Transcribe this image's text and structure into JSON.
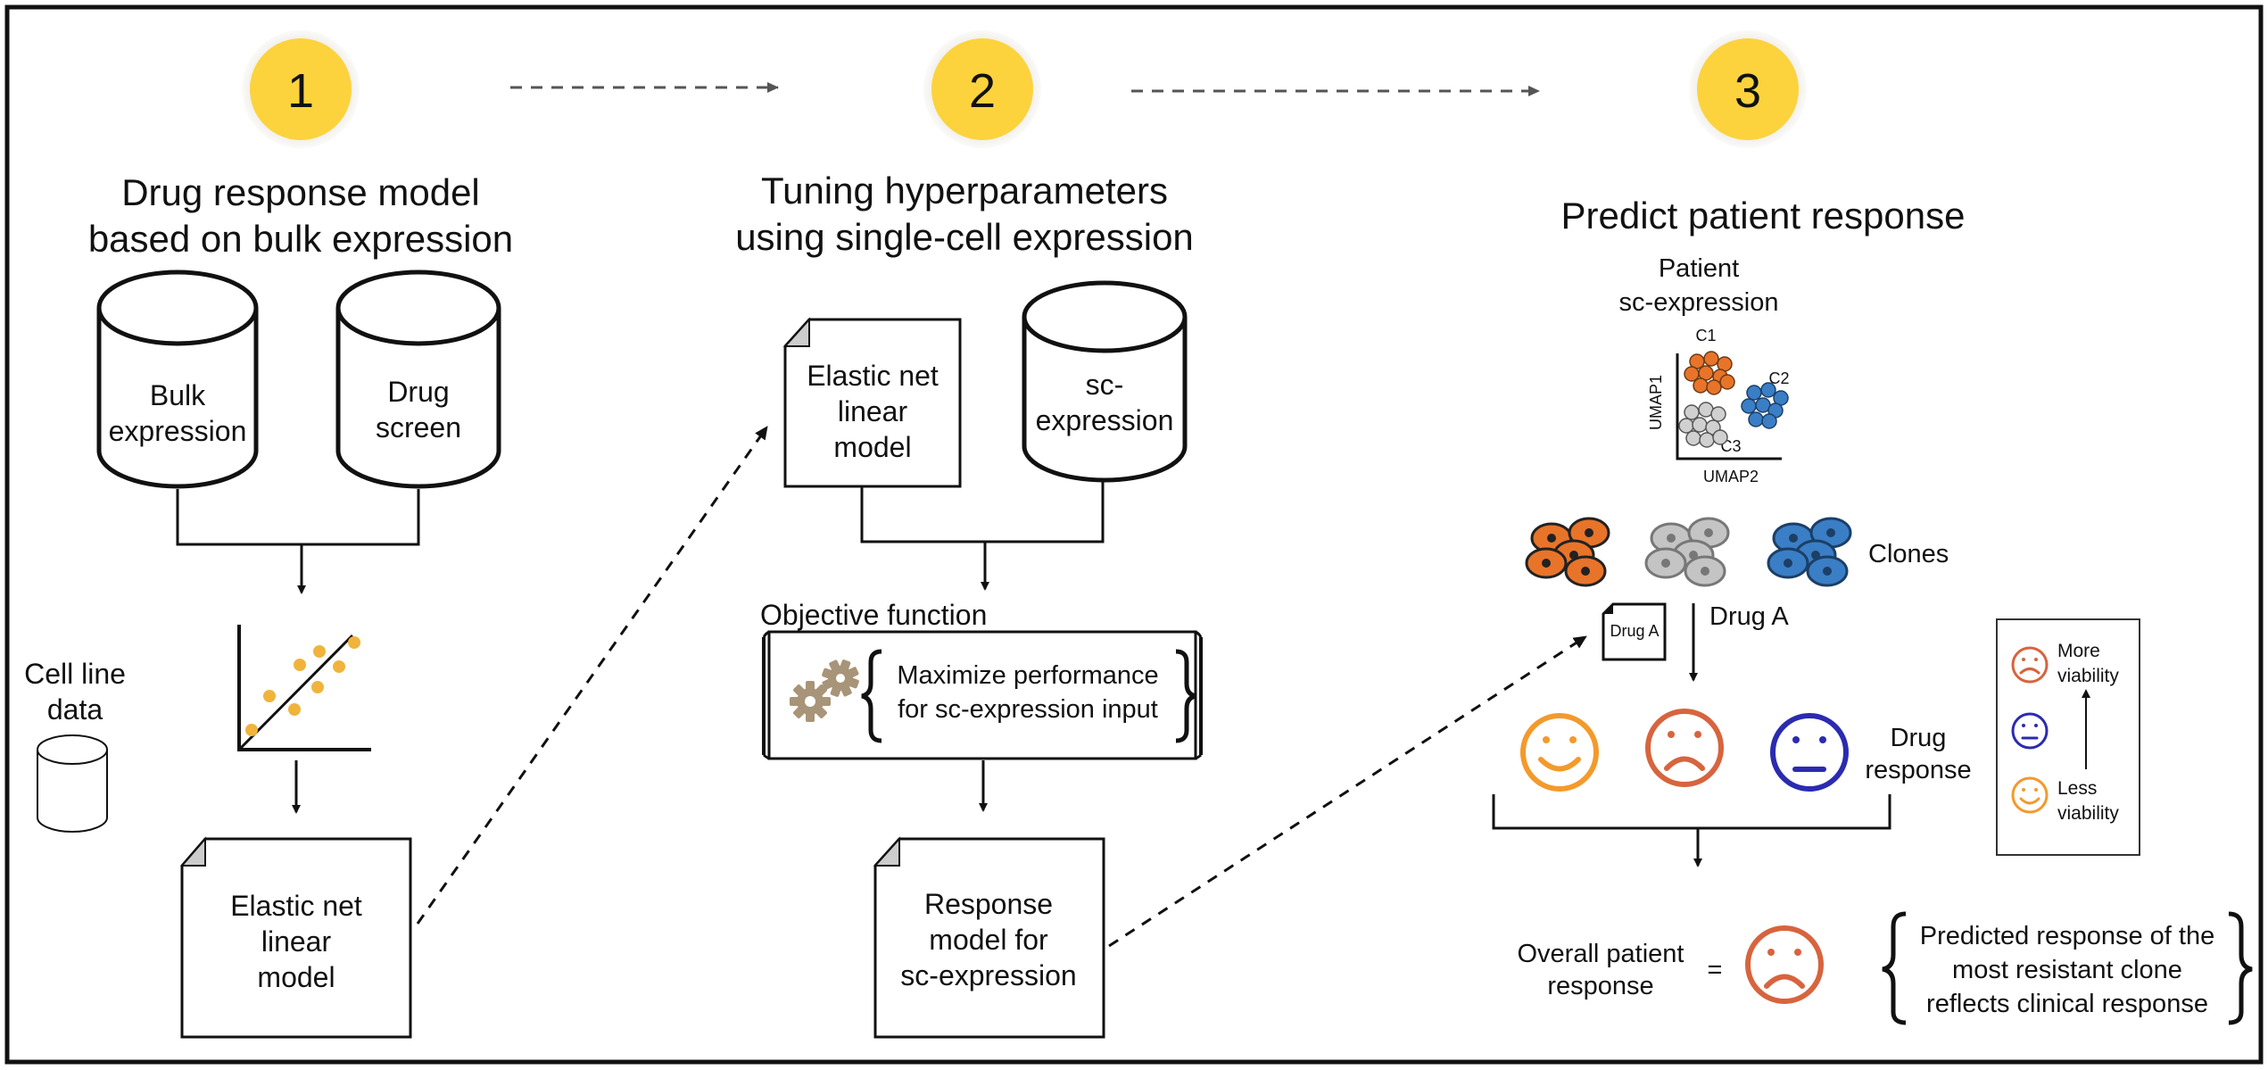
{
  "steps": [
    {
      "number": "1",
      "title_line1": "Drug response model",
      "title_line2": "based on bulk expression"
    },
    {
      "number": "2",
      "title_line1": "Tuning hyperparameters",
      "title_line2": "using single-cell expression"
    },
    {
      "number": "3",
      "title_line1": "Predict patient response"
    }
  ],
  "panel1": {
    "db_bulk": [
      "Bulk",
      "expression"
    ],
    "db_drug": [
      "Drug",
      "screen"
    ],
    "cell_line_data": [
      "Cell line",
      "data"
    ],
    "doc_model": [
      "Elastic net",
      "linear",
      "model"
    ]
  },
  "panel2": {
    "doc_model": [
      "Elastic net",
      "linear",
      "model"
    ],
    "db_sc": [
      "sc-",
      "expression"
    ],
    "objective_label": "Objective function",
    "objective_text": [
      "Maximize performance",
      "for sc-expression input"
    ],
    "doc_response": [
      "Response",
      "model for",
      "sc-expression"
    ]
  },
  "panel3": {
    "patient_label": [
      "Patient",
      "sc-expression"
    ],
    "umap": {
      "y_label": "UMAP1",
      "x_label": "UMAP2",
      "clusters": [
        "C1",
        "C2",
        "C3"
      ]
    },
    "clones_label": "Clones",
    "drug_doc": "Drug A",
    "drug_label": "Drug A",
    "drug_response_label": [
      "Drug",
      "response"
    ],
    "legend": {
      "more": [
        "More",
        "viability"
      ],
      "less": [
        "Less",
        "viability"
      ]
    },
    "overall_label": [
      "Overall patient",
      "response"
    ],
    "equals": "=",
    "conclusion": [
      "Predicted response of the",
      "most resistant clone",
      "reflects clinical response"
    ]
  },
  "colors": {
    "step_circle": "#FCD33C",
    "step_ring": "#F0EEEA",
    "dot_yellow": "#F0B43C",
    "clone_orange": "#E8742A",
    "clone_gray": "#BDBDBD",
    "clone_blue": "#3A7EC6",
    "happy": "#F39A2B",
    "sad": "#D7643E",
    "neutral": "#2B2BB0",
    "gear": "#A89478"
  }
}
